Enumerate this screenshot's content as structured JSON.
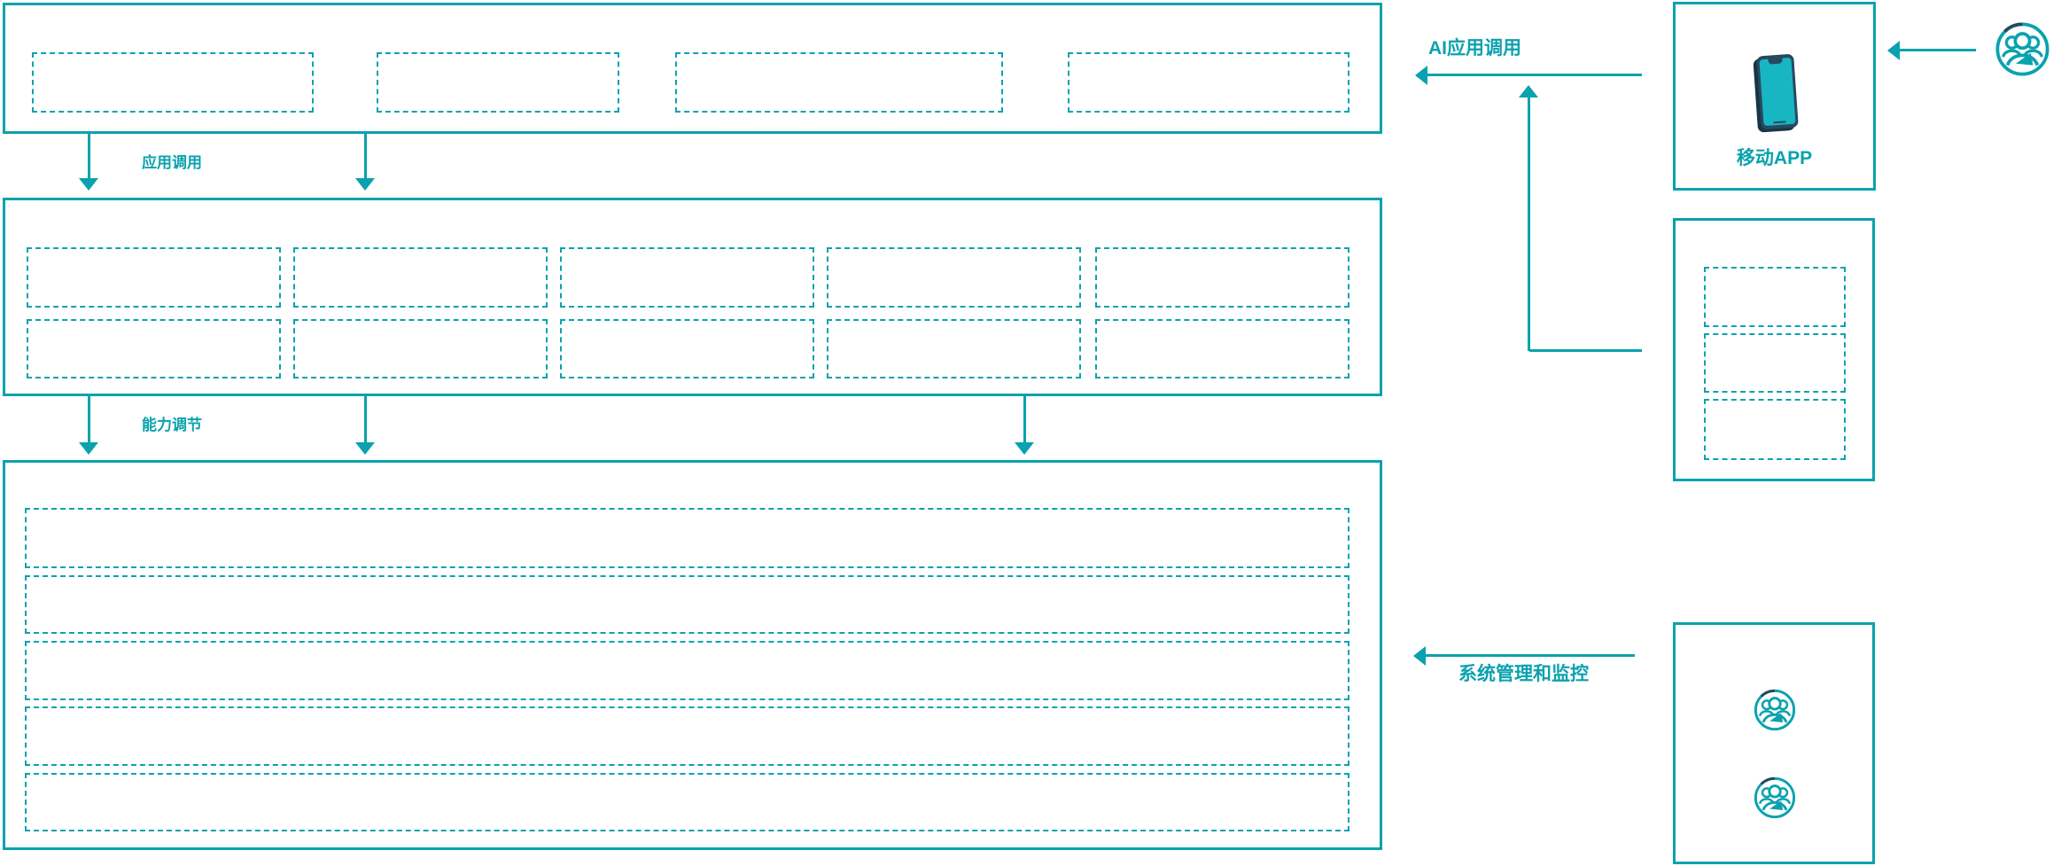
{
  "colors": {
    "teal": "#0aa2ae",
    "navy": "#27495f",
    "depth": "#173546",
    "screen": "#18b5c2",
    "bg": "#ffffff"
  },
  "layers": {
    "app_layer": {
      "placeholder_count": 4
    },
    "capability_layer": {
      "placeholder_rows": 2,
      "placeholder_cols": 5
    },
    "platform_layer": {
      "placeholder_rows": 5
    }
  },
  "arrows": {
    "app_call_label": "应用调用",
    "capability_label": "能力调节",
    "ai_app_call_label": "AI应用调用",
    "system_mgmt_label": "系统管理和监控"
  },
  "right_panel": {
    "mobile_app_label": "移动APP",
    "mobile_app_icon": "smartphone-icon",
    "service_box_placeholder_count": 3,
    "admin_box_icons": [
      "user-group-icon",
      "user-group-icon"
    ],
    "external_user_icon": "user-group-icon"
  }
}
